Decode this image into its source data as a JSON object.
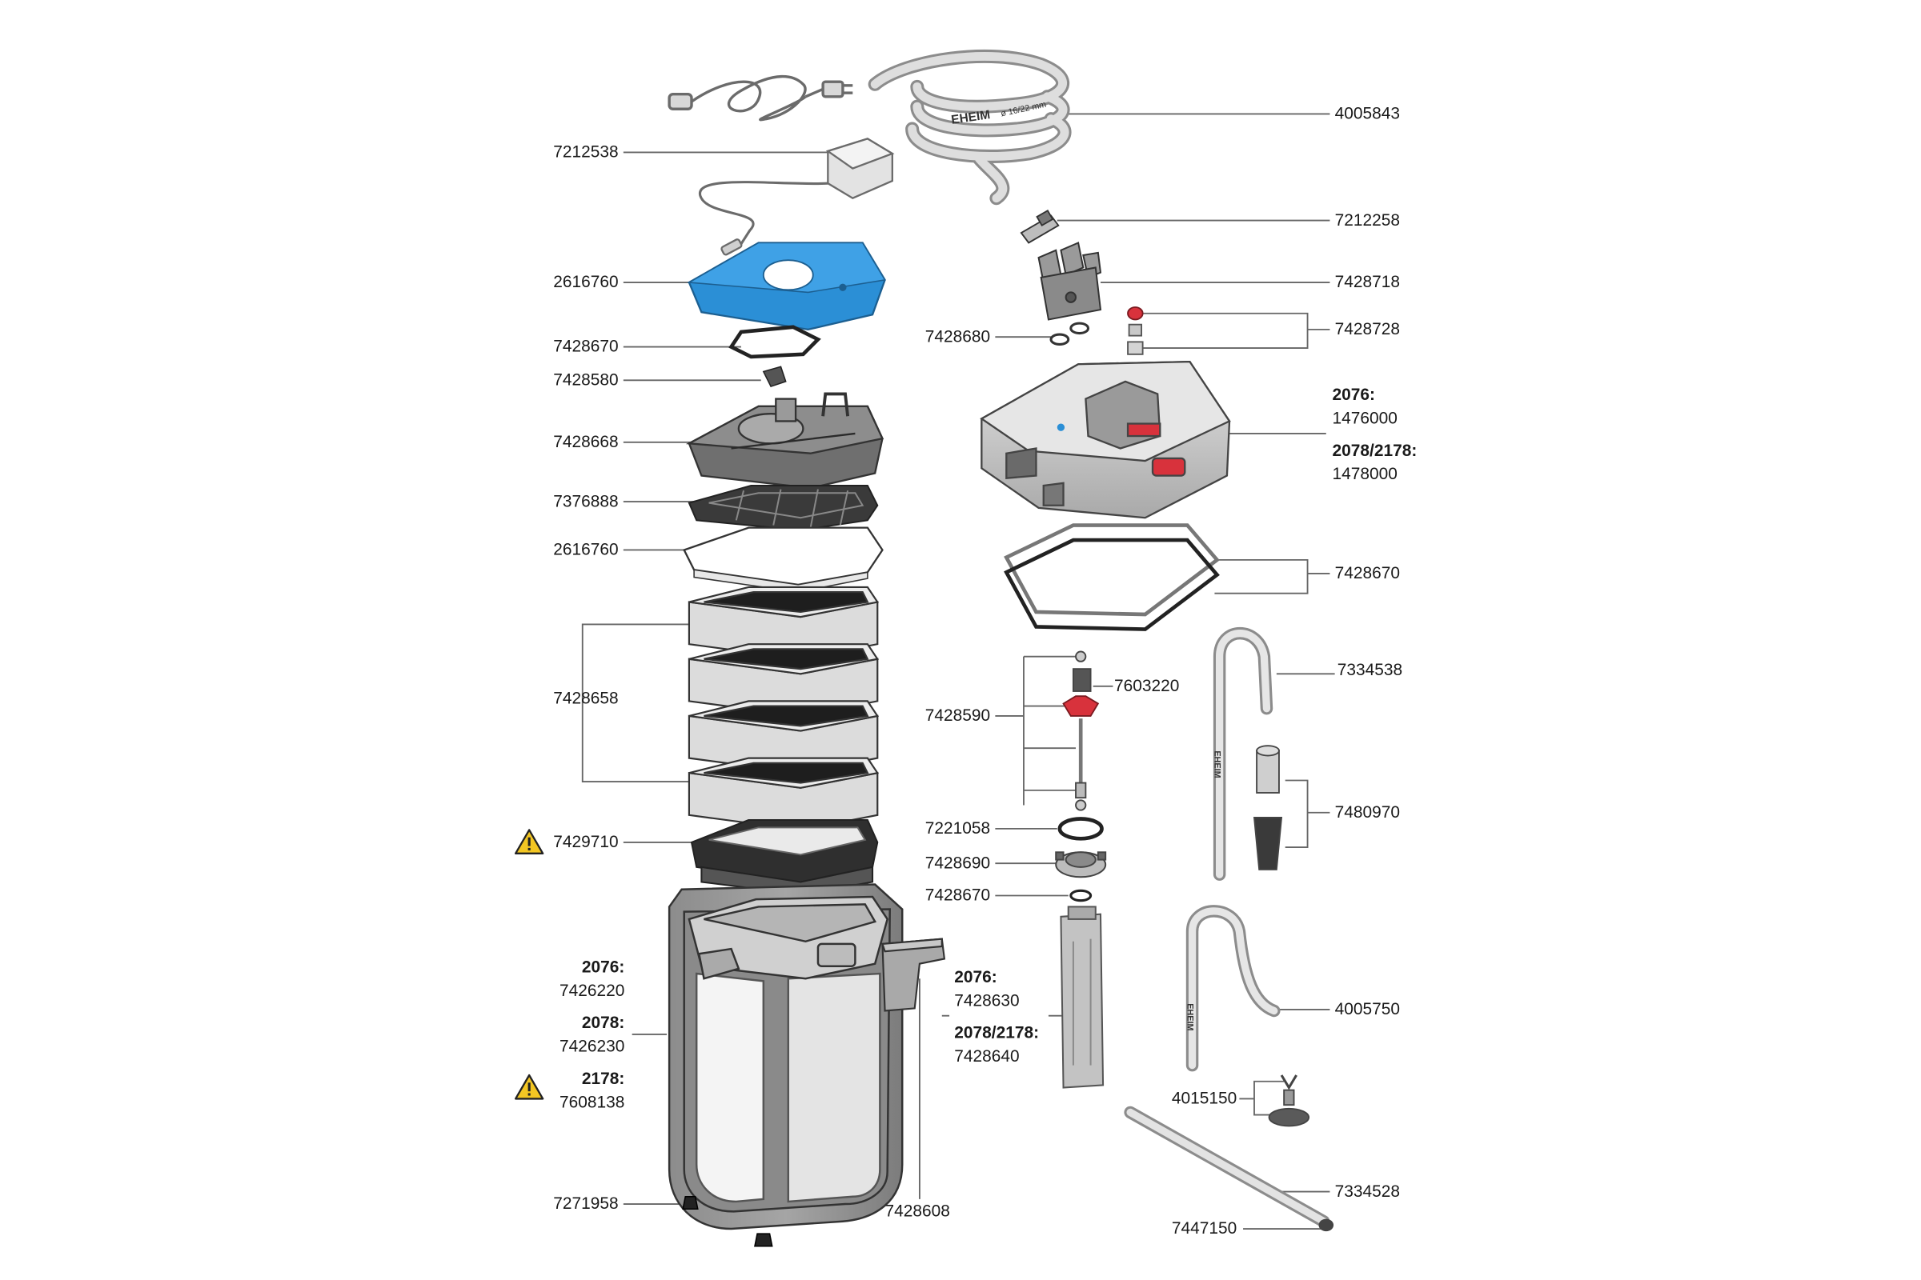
{
  "colors": {
    "accent_blue": "#2b8fd6",
    "pump_red": "#d8323c",
    "line": "#555555",
    "part_fill": "#dcdcdc",
    "part_edge": "#555555"
  },
  "icons": {
    "warning": "warning-triangle-icon"
  },
  "hose_text": {
    "brand": "EHEIM",
    "size": "ø 16/22 mm"
  },
  "tube_text": {
    "brand_a": "EHEIM",
    "brand_b": "EHEIM"
  },
  "labels": {
    "p4005843": "4005843",
    "p7212538": "7212538",
    "p7212258": "7212258",
    "p2616760_top": "2616760",
    "p7428718": "7428718",
    "p7428670_top": "7428670",
    "p7428680": "7428680",
    "p7428728": "7428728",
    "p7428580": "7428580",
    "p7428668": "7428668",
    "head_2076_label": "2076:",
    "head_2076_part": "1476000",
    "head_2078_label": "2078/2178:",
    "head_2078_part": "1478000",
    "p7376888": "7376888",
    "p2616760_mid": "2616760",
    "p7428670_right": "7428670",
    "p7334538": "7334538",
    "p7603220": "7603220",
    "p7428658": "7428658",
    "p7428590": "7428590",
    "p7480970": "7480970",
    "p7221058": "7221058",
    "p7429710": "7429710",
    "p7428690": "7428690",
    "p7428670_bottom": "7428670",
    "can_2076_label": "2076:",
    "can_2076_part": "7426220",
    "can_2078_label": "2078:",
    "can_2078_part": "7426230",
    "can_2178_label": "2178:",
    "can_2178_part": "7608138",
    "handle_2076_label": "2076:",
    "handle_2076_part": "7428630",
    "handle_2078_label": "2078/2178:",
    "handle_2078_part": "7428640",
    "p4005750": "4005750",
    "p4015150": "4015150",
    "p7334528": "7334528",
    "p7271958": "7271958",
    "p7428608": "7428608",
    "p7447150": "7447150"
  }
}
